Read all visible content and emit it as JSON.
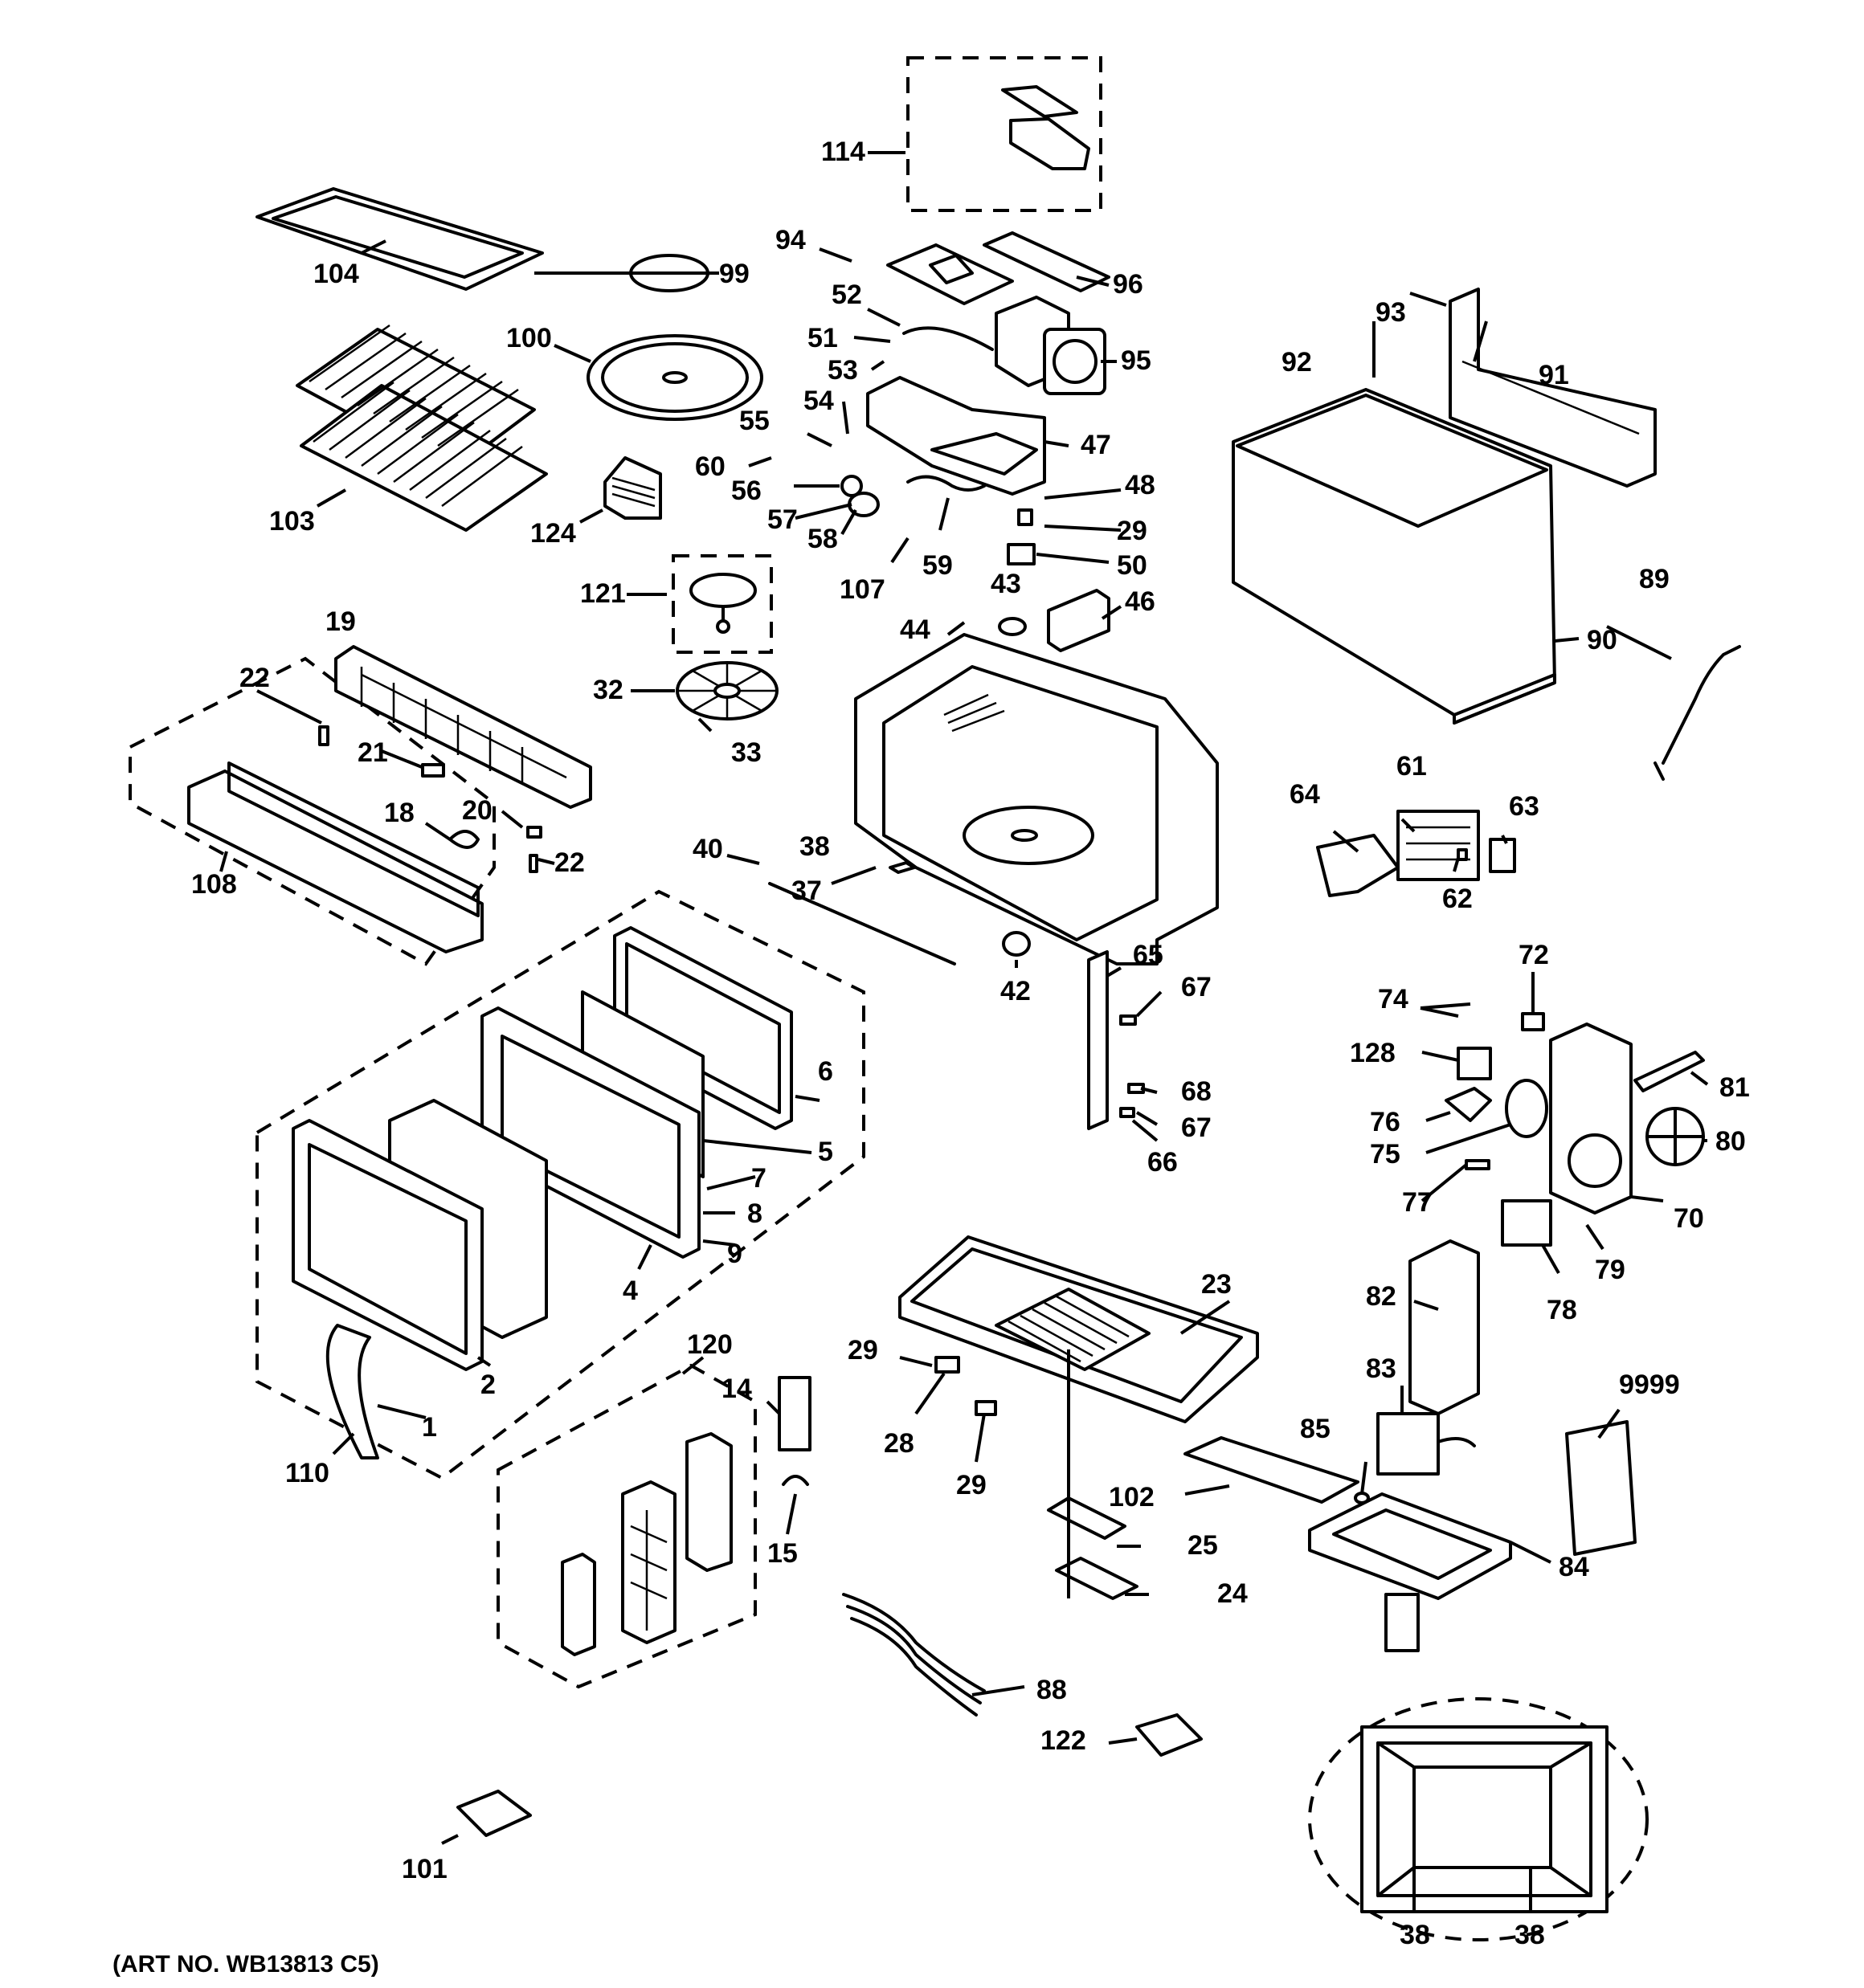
{
  "art_number": "(ART NO. WB13813 C5)",
  "part_labels": {
    "p1": "1",
    "p2": "2",
    "p4": "4",
    "p5": "5",
    "p6": "6",
    "p7": "7",
    "p8": "8",
    "p9": "9",
    "p14": "14",
    "p15": "15",
    "p18": "18",
    "p19": "19",
    "p20": "20",
    "p21": "21",
    "p22a": "22",
    "p22b": "22",
    "p23": "23",
    "p24": "24",
    "p25": "25",
    "p28": "28",
    "p29a": "29",
    "p29b": "29",
    "p29c": "29",
    "p32": "32",
    "p33": "33",
    "p37": "37",
    "p38a": "38",
    "p38b": "38",
    "p38c": "38",
    "p40": "40",
    "p42": "42",
    "p43": "43",
    "p44": "44",
    "p46": "46",
    "p47": "47",
    "p48": "48",
    "p50": "50",
    "p51": "51",
    "p52": "52",
    "p53": "53",
    "p54": "54",
    "p55": "55",
    "p56": "56",
    "p57": "57",
    "p58": "58",
    "p59": "59",
    "p60": "60",
    "p61": "61",
    "p62": "62",
    "p63": "63",
    "p64": "64",
    "p65": "65",
    "p66": "66",
    "p67a": "67",
    "p67b": "67",
    "p68": "68",
    "p70": "70",
    "p72": "72",
    "p74": "74",
    "p75": "75",
    "p76": "76",
    "p77": "77",
    "p78": "78",
    "p79": "79",
    "p80": "80",
    "p81": "81",
    "p82": "82",
    "p83": "83",
    "p84": "84",
    "p85": "85",
    "p88": "88",
    "p89": "89",
    "p90": "90",
    "p91": "91",
    "p92": "92",
    "p93": "93",
    "p94": "94",
    "p95": "95",
    "p96": "96",
    "p99": "99",
    "p100": "100",
    "p101": "101",
    "p102": "102",
    "p103": "103",
    "p104": "104",
    "p107": "107",
    "p108": "108",
    "p110": "110",
    "p114": "114",
    "p120": "120",
    "p121": "121",
    "p122": "122",
    "p124": "124",
    "p128": "128",
    "p9999": "9999"
  }
}
